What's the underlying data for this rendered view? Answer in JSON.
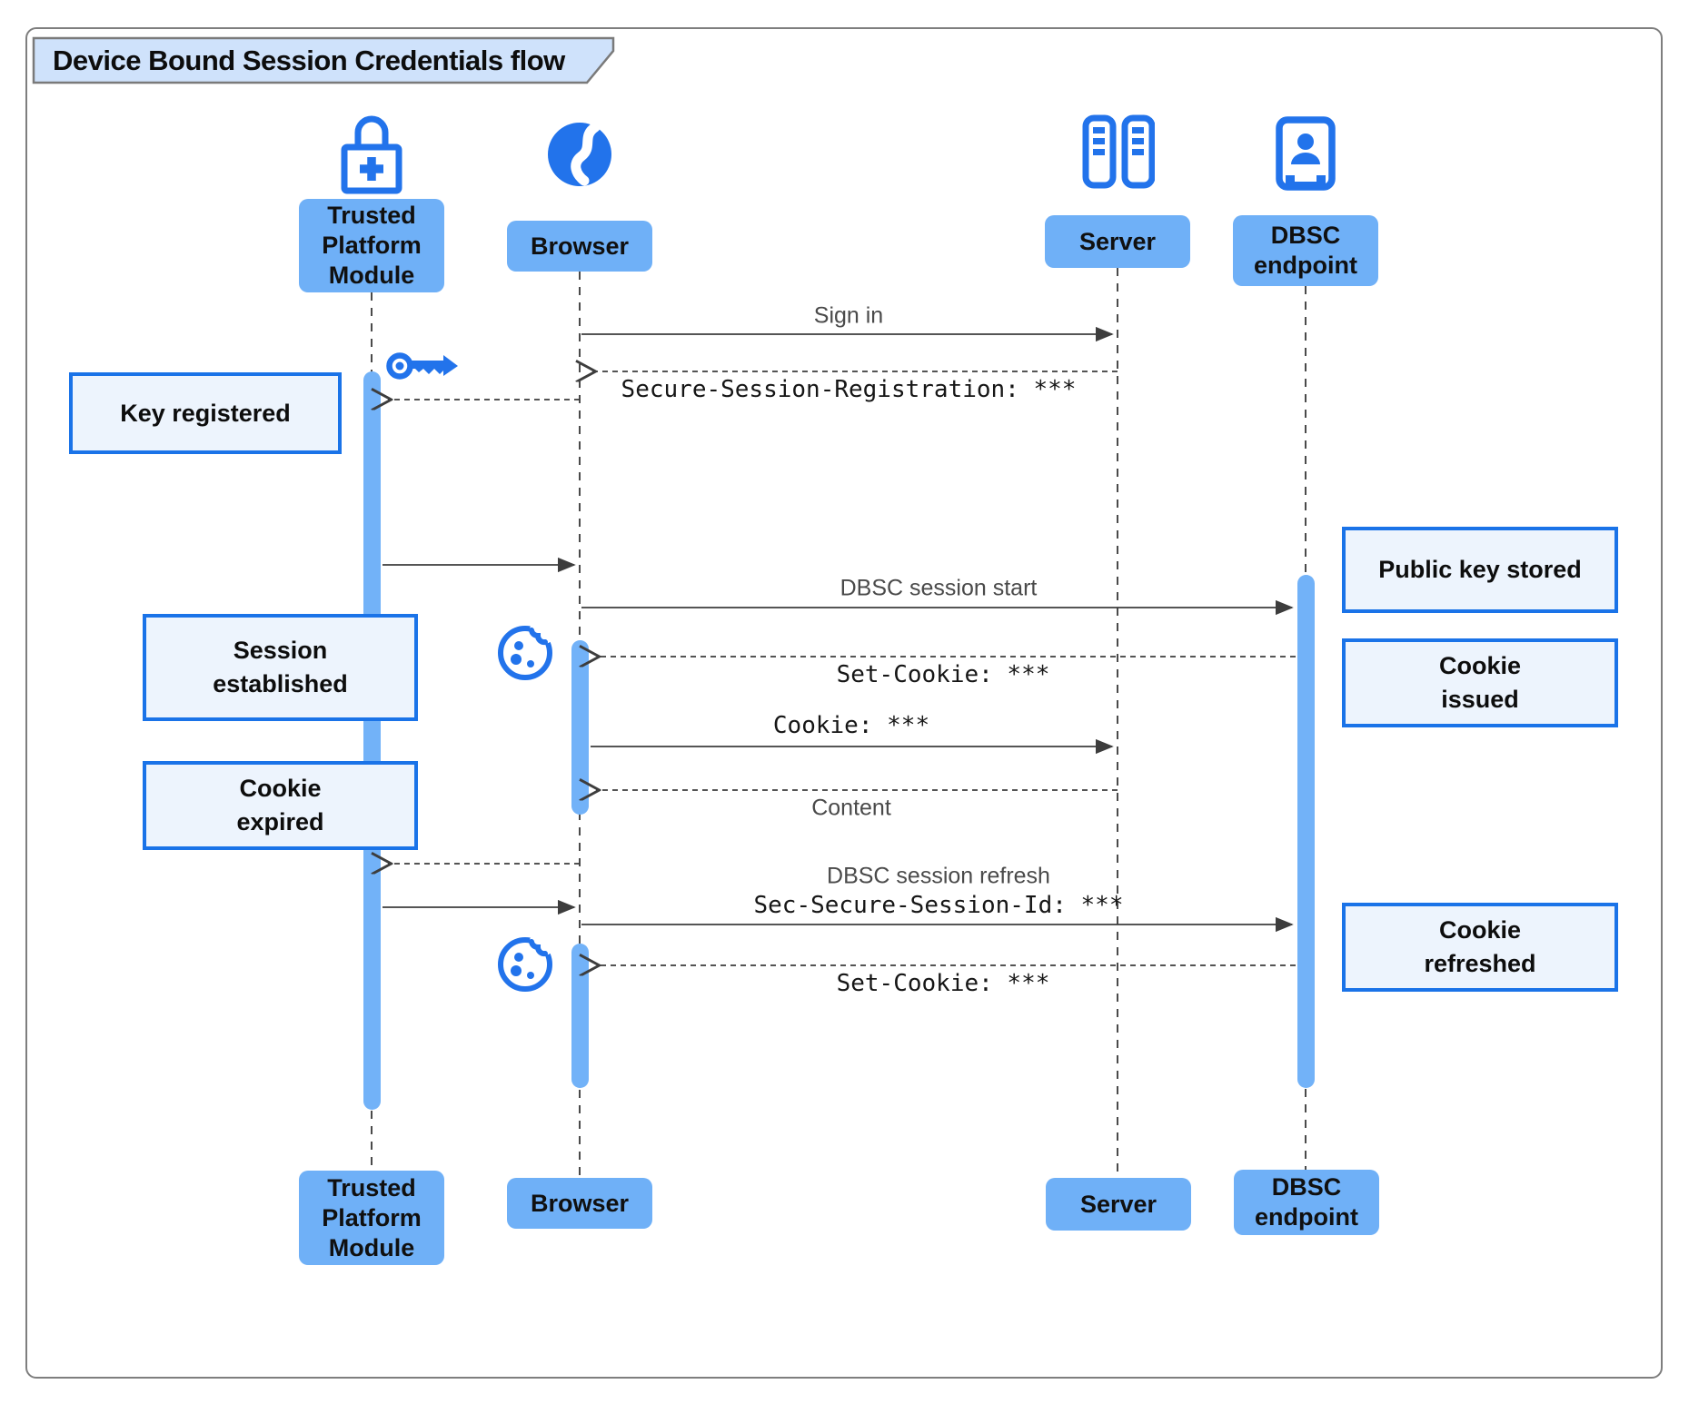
{
  "title": "Device Bound Session Credentials flow",
  "actors": {
    "tpm": {
      "lines": [
        "Trusted",
        "Platform",
        "Module"
      ],
      "icon": "lock-plus-icon"
    },
    "browser": {
      "lines": [
        "Browser"
      ],
      "icon": "globe-icon"
    },
    "server": {
      "lines": [
        "Server"
      ],
      "icon": "server-rack-icon"
    },
    "dbsc": {
      "lines": [
        "DBSC",
        "endpoint"
      ],
      "icon": "id-badge-icon"
    }
  },
  "messages": {
    "sign_in": "Sign in",
    "secure_session_registration": "Secure-Session-Registration: ***",
    "dbsc_session_start": "DBSC session start",
    "set_cookie_1": "Set-Cookie: ***",
    "cookie": "Cookie: ***",
    "content": "Content",
    "dbsc_session_refresh": "DBSC session refresh",
    "sec_secure_session_id": "Sec-Secure-Session-Id: ***",
    "set_cookie_2": "Set-Cookie: ***"
  },
  "notes": {
    "key_registered": {
      "lines": [
        "Key registered"
      ]
    },
    "session_established": {
      "lines": [
        "Session",
        "established"
      ]
    },
    "cookie_expired": {
      "lines": [
        "Cookie",
        "expired"
      ]
    },
    "public_key_stored": {
      "lines": [
        "Public key stored"
      ]
    },
    "cookie_issued": {
      "lines": [
        "Cookie",
        "issued"
      ]
    },
    "cookie_refreshed": {
      "lines": [
        "Cookie",
        "refreshed"
      ]
    }
  },
  "decorations": {
    "key_icon": "key-icon",
    "cookie_icon_1": "cookie-icon",
    "cookie_icon_2": "cookie-icon"
  },
  "colors": {
    "actor_fill": "#6fb0f7",
    "activation_fill": "#72b2f8",
    "note_fill": "#edf4fd",
    "note_border": "#1a73e8",
    "icon_blue": "#2273eb",
    "title_tab_fill": "#cfe2fb",
    "line_color": "#3d3d3d"
  }
}
